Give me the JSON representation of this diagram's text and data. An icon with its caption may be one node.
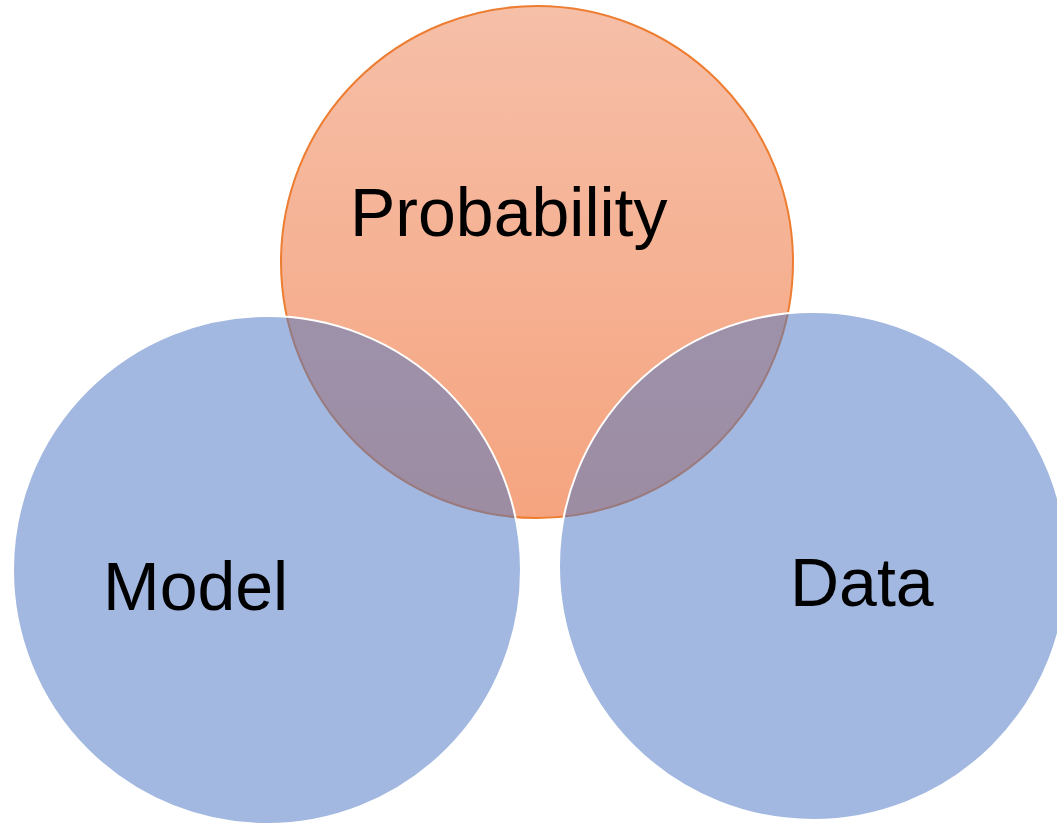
{
  "diagram": {
    "nodes": [
      {
        "text": [
          "Probability"
        ]
      },
      {
        "text": [
          "Model"
        ]
      },
      {
        "text": [
          "Data"
        ]
      }
    ]
  }
}
